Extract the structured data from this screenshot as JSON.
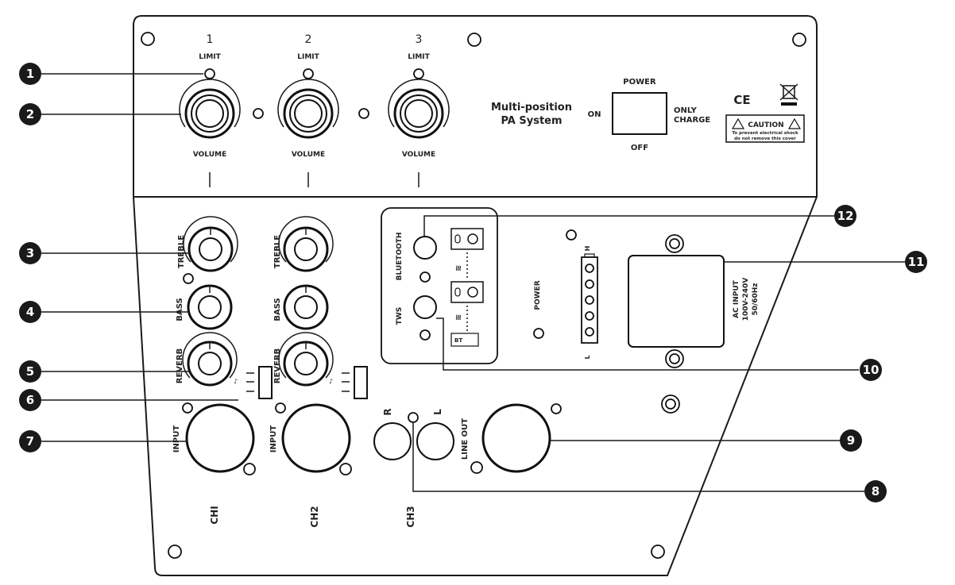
{
  "channels": [
    {
      "number": "1",
      "limit": "LIMIT",
      "volume": "VOLUME"
    },
    {
      "number": "2",
      "limit": "LIMIT",
      "volume": "VOLUME"
    },
    {
      "number": "3",
      "limit": "LIMIT",
      "volume": "VOLUME"
    }
  ],
  "product": {
    "line1": "Multi-position",
    "line2": "PA System"
  },
  "power_switch": {
    "title": "POWER",
    "on": "ON",
    "off": "OFF",
    "only": "ONLY",
    "charge": "CHARGE"
  },
  "marks": {
    "ce": "CE",
    "caution_title": "CAUTION",
    "caution_line1": "To prevent electrical shock",
    "caution_line2": "do not remove this cover"
  },
  "eq": {
    "treble": "TREBLE",
    "bass": "BASS",
    "reverb": "REVERB"
  },
  "inputs": {
    "input": "INPUT",
    "ch1": "CHI",
    "ch2": "CH2",
    "ch3": "CH3",
    "r": "R",
    "l": "L",
    "line_out": "LINE OUT"
  },
  "bluetooth_panel": {
    "bluetooth": "BLUETOOTH",
    "tws": "TWS",
    "bt": "BT"
  },
  "power_indicator": {
    "label": "POWER",
    "h": "H",
    "l": "L"
  },
  "ac_input": {
    "line1": "AC INPUT",
    "line2": "100V-240V",
    "line3": "50/60Hz"
  },
  "callouts": [
    "1",
    "2",
    "3",
    "4",
    "5",
    "6",
    "7",
    "8",
    "9",
    "10",
    "11",
    "12"
  ]
}
